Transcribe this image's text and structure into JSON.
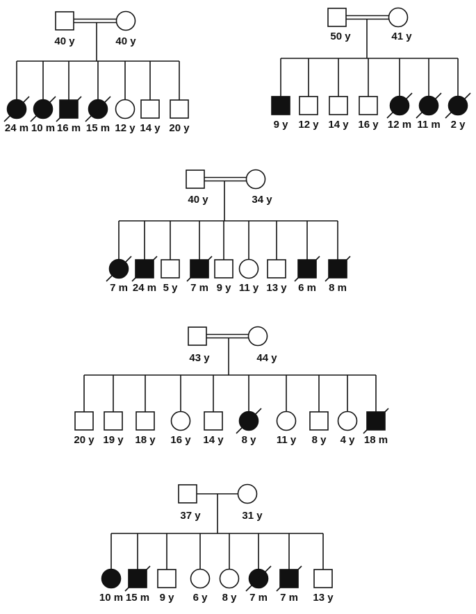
{
  "pedigrees": [
    {
      "consanguineous": true,
      "father": {
        "age": "40 y"
      },
      "mother": {
        "age": "40 y"
      },
      "children": [
        {
          "sex": "female",
          "affected": true,
          "deceased": true,
          "age": "24 m"
        },
        {
          "sex": "female",
          "affected": true,
          "deceased": true,
          "age": "10 m"
        },
        {
          "sex": "male",
          "affected": true,
          "deceased": true,
          "age": "16 m"
        },
        {
          "sex": "female",
          "affected": true,
          "deceased": true,
          "age": "15 m"
        },
        {
          "sex": "female",
          "affected": false,
          "deceased": false,
          "age": "12 y"
        },
        {
          "sex": "male",
          "affected": false,
          "deceased": false,
          "age": "14 y"
        },
        {
          "sex": "male",
          "affected": false,
          "deceased": false,
          "age": "20 y"
        }
      ]
    },
    {
      "consanguineous": true,
      "father": {
        "age": "50 y"
      },
      "mother": {
        "age": "41 y"
      },
      "children": [
        {
          "sex": "male",
          "affected": true,
          "deceased": false,
          "age": "9 y"
        },
        {
          "sex": "male",
          "affected": false,
          "deceased": false,
          "age": "12 y"
        },
        {
          "sex": "male",
          "affected": false,
          "deceased": false,
          "age": "14 y"
        },
        {
          "sex": "male",
          "affected": false,
          "deceased": false,
          "age": "16 y"
        },
        {
          "sex": "female",
          "affected": true,
          "deceased": true,
          "age": "12 m"
        },
        {
          "sex": "female",
          "affected": true,
          "deceased": true,
          "age": "11 m"
        },
        {
          "sex": "female",
          "affected": true,
          "deceased": true,
          "age": "2 y"
        }
      ]
    },
    {
      "consanguineous": true,
      "father": {
        "age": "40 y"
      },
      "mother": {
        "age": "34 y"
      },
      "children": [
        {
          "sex": "female",
          "affected": true,
          "deceased": true,
          "age": "7 m"
        },
        {
          "sex": "male",
          "affected": true,
          "deceased": true,
          "age": "24 m"
        },
        {
          "sex": "male",
          "affected": false,
          "deceased": false,
          "age": "5 y"
        },
        {
          "sex": "male",
          "affected": true,
          "deceased": true,
          "age": "7 m"
        },
        {
          "sex": "male",
          "affected": false,
          "deceased": false,
          "age": "9 y"
        },
        {
          "sex": "female",
          "affected": false,
          "deceased": false,
          "age": "11 y"
        },
        {
          "sex": "male",
          "affected": false,
          "deceased": false,
          "age": "13 y"
        },
        {
          "sex": "male",
          "affected": true,
          "deceased": true,
          "age": "6 m"
        },
        {
          "sex": "male",
          "affected": true,
          "deceased": true,
          "age": "8 m"
        }
      ]
    },
    {
      "consanguineous": true,
      "father": {
        "age": "43 y"
      },
      "mother": {
        "age": "44 y"
      },
      "children": [
        {
          "sex": "male",
          "affected": false,
          "deceased": false,
          "age": "20 y"
        },
        {
          "sex": "male",
          "affected": false,
          "deceased": false,
          "age": "19 y"
        },
        {
          "sex": "male",
          "affected": false,
          "deceased": false,
          "age": "18 y"
        },
        {
          "sex": "female",
          "affected": false,
          "deceased": false,
          "age": "16 y"
        },
        {
          "sex": "male",
          "affected": false,
          "deceased": false,
          "age": "14 y"
        },
        {
          "sex": "female",
          "affected": true,
          "deceased": true,
          "age": "8 y"
        },
        {
          "sex": "female",
          "affected": false,
          "deceased": false,
          "age": "11 y"
        },
        {
          "sex": "male",
          "affected": false,
          "deceased": false,
          "age": "8 y"
        },
        {
          "sex": "female",
          "affected": false,
          "deceased": false,
          "age": "4 y"
        },
        {
          "sex": "male",
          "affected": true,
          "deceased": true,
          "age": "18 m"
        }
      ]
    },
    {
      "consanguineous": false,
      "father": {
        "age": "37 y"
      },
      "mother": {
        "age": "31 y"
      },
      "children": [
        {
          "sex": "female",
          "affected": true,
          "deceased": false,
          "age": "10 m"
        },
        {
          "sex": "male",
          "affected": true,
          "deceased": true,
          "age": "15 m"
        },
        {
          "sex": "male",
          "affected": false,
          "deceased": false,
          "age": "9 y"
        },
        {
          "sex": "female",
          "affected": false,
          "deceased": false,
          "age": "6 y"
        },
        {
          "sex": "female",
          "affected": false,
          "deceased": false,
          "age": "8 y"
        },
        {
          "sex": "female",
          "affected": true,
          "deceased": true,
          "age": "7 m"
        },
        {
          "sex": "male",
          "affected": true,
          "deceased": true,
          "age": "7 m"
        },
        {
          "sex": "male",
          "affected": false,
          "deceased": false,
          "age": "13 y"
        }
      ]
    }
  ]
}
